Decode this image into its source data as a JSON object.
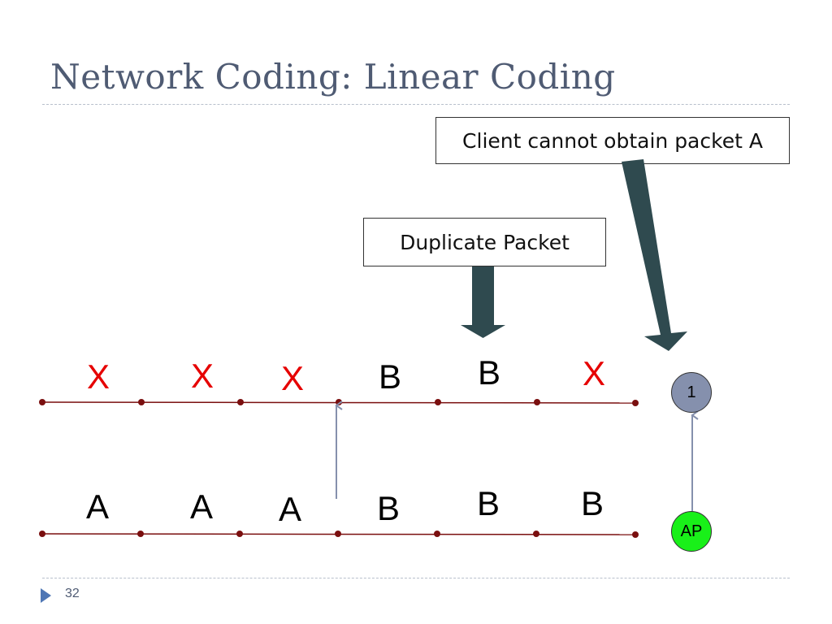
{
  "slide": {
    "title": "Network Coding: Linear Coding",
    "page_number": "32"
  },
  "callouts": {
    "client_cannot_obtain": "Client cannot obtain packet A",
    "duplicate_packet": "Duplicate Packet"
  },
  "top_row": {
    "slots": [
      "X",
      "X",
      "X",
      "B",
      "B",
      "X"
    ],
    "lost_marker": "X"
  },
  "bottom_row": {
    "slots": [
      "A",
      "A",
      "A",
      "B",
      "B",
      "B"
    ]
  },
  "nodes": {
    "client_label": "1",
    "ap_label": "AP"
  },
  "colors": {
    "title": "#4f5b73",
    "timeline": "#7a0f0f",
    "lost": "#e60000",
    "block_arrow": "#2f4a4f",
    "client_node": "#8590ad",
    "ap_node": "#19f019",
    "link_arrow": "#8590ad",
    "footer_accent": "#4f77b5"
  }
}
